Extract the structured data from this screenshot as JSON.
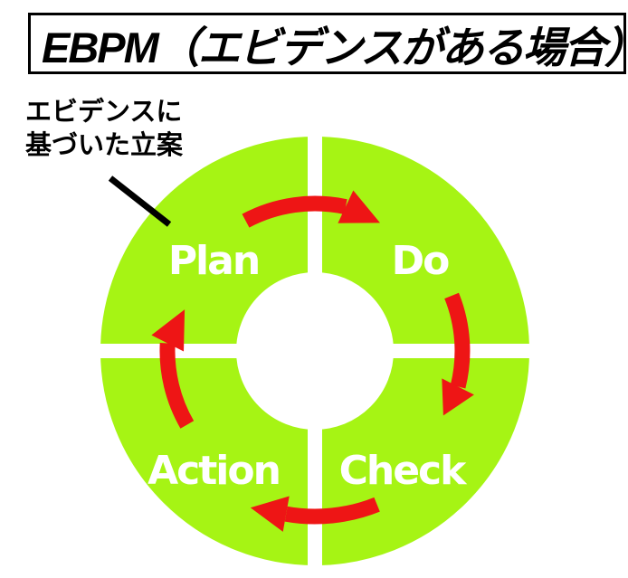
{
  "title": "EBPM（エビデンスがある場合）",
  "annotation": {
    "line1": "エビデンスに",
    "line2": "基づいた立案"
  },
  "cycle": {
    "steps": [
      {
        "label": "Plan"
      },
      {
        "label": "Do"
      },
      {
        "label": "Check"
      },
      {
        "label": "Action"
      }
    ]
  },
  "colors": {
    "ring_green": "#A6F414",
    "arrow_red": "#EE1515",
    "label_white": "#FFFFFF",
    "line_black": "#000000"
  }
}
